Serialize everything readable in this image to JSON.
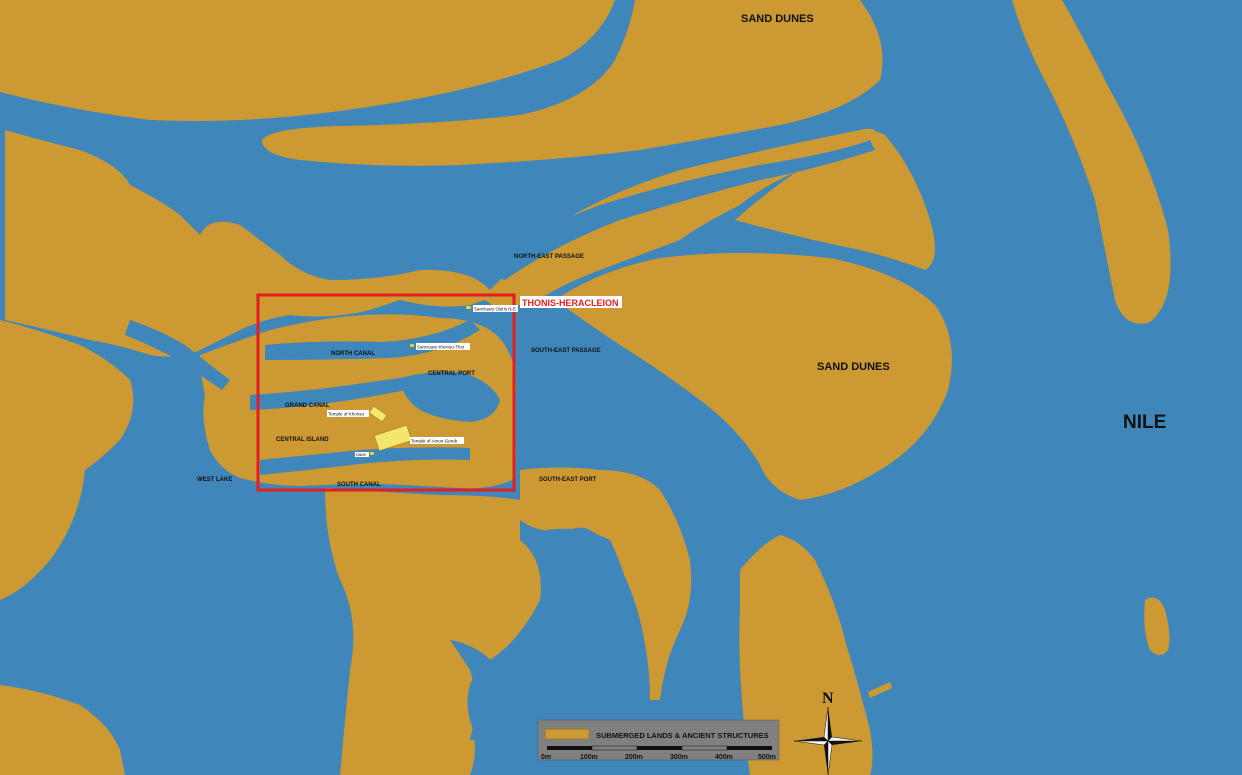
{
  "map": {
    "labels": {
      "sand_dunes_north": "SAND DUNES",
      "sand_dunes_east": "SAND DUNES",
      "nile": "NILE",
      "north_east_passage": "NORTH-EAST PASSAGE",
      "south_east_passage": "SOUTH-EAST PASSAGE",
      "north_canal": "NORTH CANAL",
      "central_port": "CENTRAL PORT",
      "grand_canal": "GRAND CANAL",
      "central_island": "CENTRAL ISLAND",
      "west_lake": "WEST LAKE",
      "south_canal": "SOUTH CANAL",
      "south_east_port": "SOUTH-EAST PORT",
      "site_name": "THONIS-HERACLEION"
    },
    "structures": {
      "sanctuary_osiris": "Sanctuary Osiris N-E",
      "sanctuary_khonsu_thot": "Sanctuary Khonsu-Thot",
      "temple_khonsu": "Temple of Khonsu",
      "temple_amon": "Temple of Amon-Gereb",
      "small_structure": "naos"
    },
    "colors": {
      "water": "#3f86bb",
      "land": "#cc9933",
      "structure": "#f2e66b",
      "highlight_box": "#e41e1e",
      "legend_bg": "#808080"
    }
  },
  "legend": {
    "title": "SUBMERGED LANDS & ANCIENT STRUCTURES",
    "scale_labels": [
      "0m",
      "100m",
      "200m",
      "300m",
      "400m",
      "500m"
    ]
  },
  "compass": {
    "north_label": "N"
  }
}
